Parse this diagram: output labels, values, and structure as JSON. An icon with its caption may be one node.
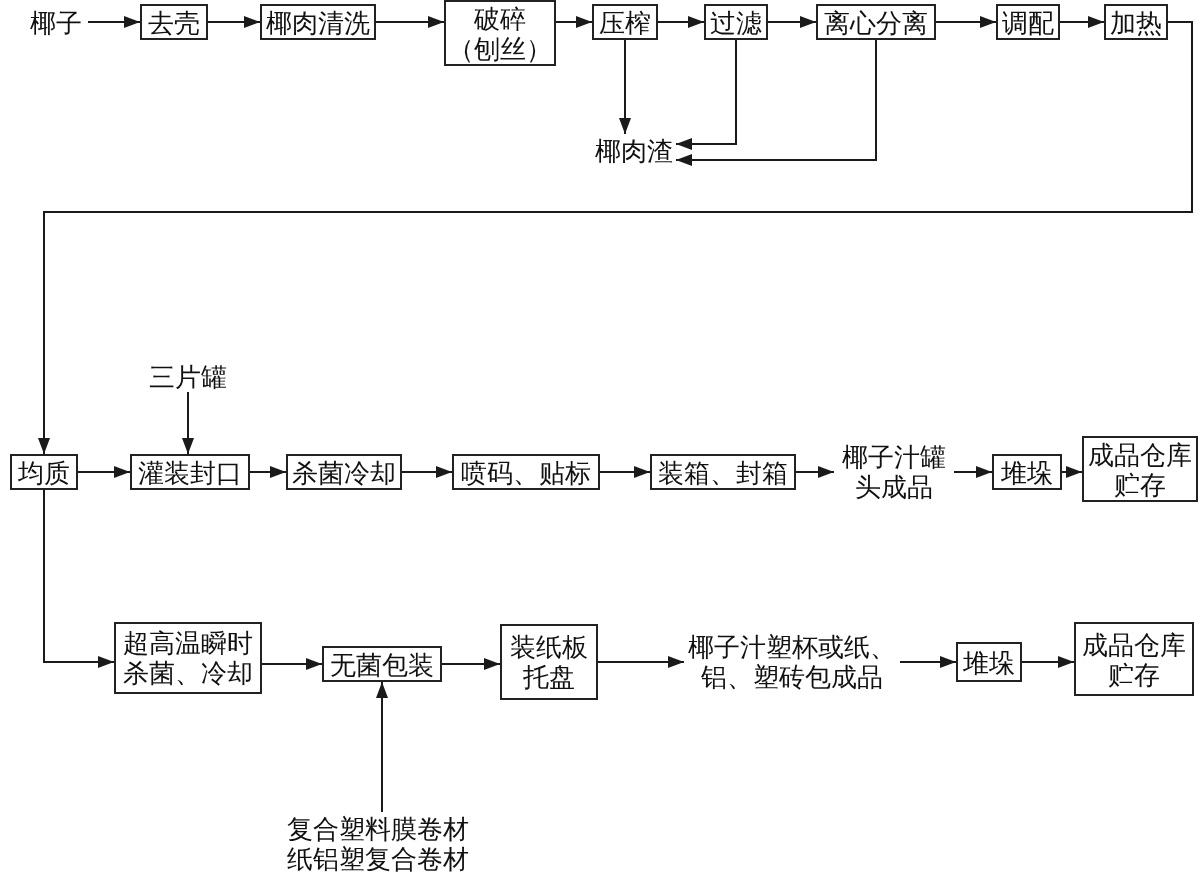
{
  "diagram": {
    "nodes": [
      {
        "text": [
          "椰子"
        ]
      },
      {
        "text": [
          "去壳"
        ]
      },
      {
        "text": [
          "椰肉清洗"
        ]
      },
      {
        "text": [
          "破碎",
          "（刨丝）"
        ]
      },
      {
        "text": [
          "压榨"
        ]
      },
      {
        "text": [
          "过滤"
        ]
      },
      {
        "text": [
          "离心分离"
        ]
      },
      {
        "text": [
          "调配"
        ]
      },
      {
        "text": [
          "加热"
        ]
      },
      {
        "text": [
          "椰肉渣"
        ]
      },
      {
        "text": [
          "均质"
        ]
      },
      {
        "text": [
          "三片罐"
        ]
      },
      {
        "text": [
          "灌装封口"
        ]
      },
      {
        "text": [
          "杀菌冷却"
        ]
      },
      {
        "text": [
          "喷码、贴标"
        ]
      },
      {
        "text": [
          "装箱、封箱"
        ]
      },
      {
        "text": [
          "椰子汁罐头成品"
        ]
      },
      {
        "text": [
          "堆垛"
        ]
      },
      {
        "text": [
          "成品仓库贮存"
        ]
      },
      {
        "text": [
          "超高温瞬时杀菌、冷却"
        ]
      },
      {
        "text": [
          "无菌包装"
        ]
      },
      {
        "text": [
          "装纸板托盘"
        ]
      },
      {
        "text": [
          "椰子汁塑杯或纸、铝、塑砖包成品"
        ]
      },
      {
        "text": [
          "堆垛"
        ]
      },
      {
        "text": [
          "成品仓库贮存"
        ]
      },
      {
        "text": [
          "复合塑料膜卷材",
          "纸铝塑复合卷材"
        ]
      }
    ],
    "edges": [
      {
        "from": 0,
        "to": 1,
        "arrow": "to"
      },
      {
        "from": 1,
        "to": 2,
        "arrow": "to"
      },
      {
        "from": 2,
        "to": 3,
        "arrow": "to"
      },
      {
        "from": 3,
        "to": 4,
        "arrow": "to"
      },
      {
        "from": 4,
        "to": 5,
        "arrow": "to"
      },
      {
        "from": 5,
        "to": 6,
        "arrow": "to"
      },
      {
        "from": 6,
        "to": 7,
        "arrow": "to"
      },
      {
        "from": 7,
        "to": 8,
        "arrow": "to"
      },
      {
        "from": 4,
        "to": 9,
        "arrow": "to"
      },
      {
        "from": 5,
        "to": 9,
        "arrow": "to"
      },
      {
        "from": 6,
        "to": 9,
        "arrow": "to"
      },
      {
        "from": 8,
        "to": 10,
        "arrow": "to"
      },
      {
        "from": 10,
        "to": 12,
        "arrow": "to"
      },
      {
        "from": 11,
        "to": 12,
        "arrow": "to"
      },
      {
        "from": 12,
        "to": 13,
        "arrow": "to"
      },
      {
        "from": 13,
        "to": 14,
        "arrow": "to"
      },
      {
        "from": 14,
        "to": 15,
        "arrow": "to"
      },
      {
        "from": 15,
        "to": 16,
        "arrow": "to"
      },
      {
        "from": 16,
        "to": 17,
        "arrow": "to"
      },
      {
        "from": 17,
        "to": 18,
        "arrow": "to"
      },
      {
        "from": 10,
        "to": 19,
        "arrow": "to"
      },
      {
        "from": 19,
        "to": 20,
        "arrow": "to"
      },
      {
        "from": 25,
        "to": 20,
        "arrow": "to"
      },
      {
        "from": 20,
        "to": 21,
        "arrow": "to"
      },
      {
        "from": 21,
        "to": 22,
        "arrow": "to"
      },
      {
        "from": 22,
        "to": 23,
        "arrow": "to"
      },
      {
        "from": 23,
        "to": 24,
        "arrow": "to"
      }
    ]
  }
}
